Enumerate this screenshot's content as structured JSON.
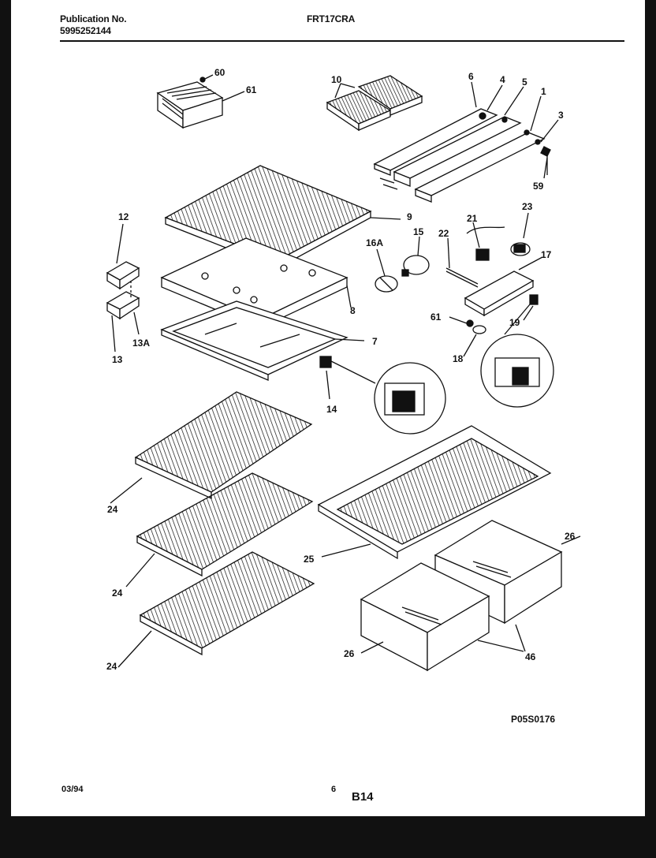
{
  "header": {
    "publication_label": "Publication No.",
    "publication_number": "5995252144",
    "model": "FRT17CRA"
  },
  "footer": {
    "date": "03/94",
    "page": "6",
    "section": "B14",
    "figure_code": "P05S0176"
  },
  "callouts": {
    "c60": "60",
    "c61a": "61",
    "c10": "10",
    "c6": "6",
    "c4": "4",
    "c5": "5",
    "c1": "1",
    "c3": "3",
    "c59": "59",
    "c12": "12",
    "c9": "9",
    "c23": "23",
    "c21": "21",
    "c15": "15",
    "c22": "22",
    "c16a": "16A",
    "c17": "17",
    "c8": "8",
    "c61b": "61",
    "c19": "19",
    "c13a": "13A",
    "c7": "7",
    "c13": "13",
    "c18": "18",
    "c14": "14",
    "c24a": "24",
    "c26a": "26",
    "c25": "25",
    "c24b": "24",
    "c24c": "24",
    "c26b": "26",
    "c46": "46"
  }
}
